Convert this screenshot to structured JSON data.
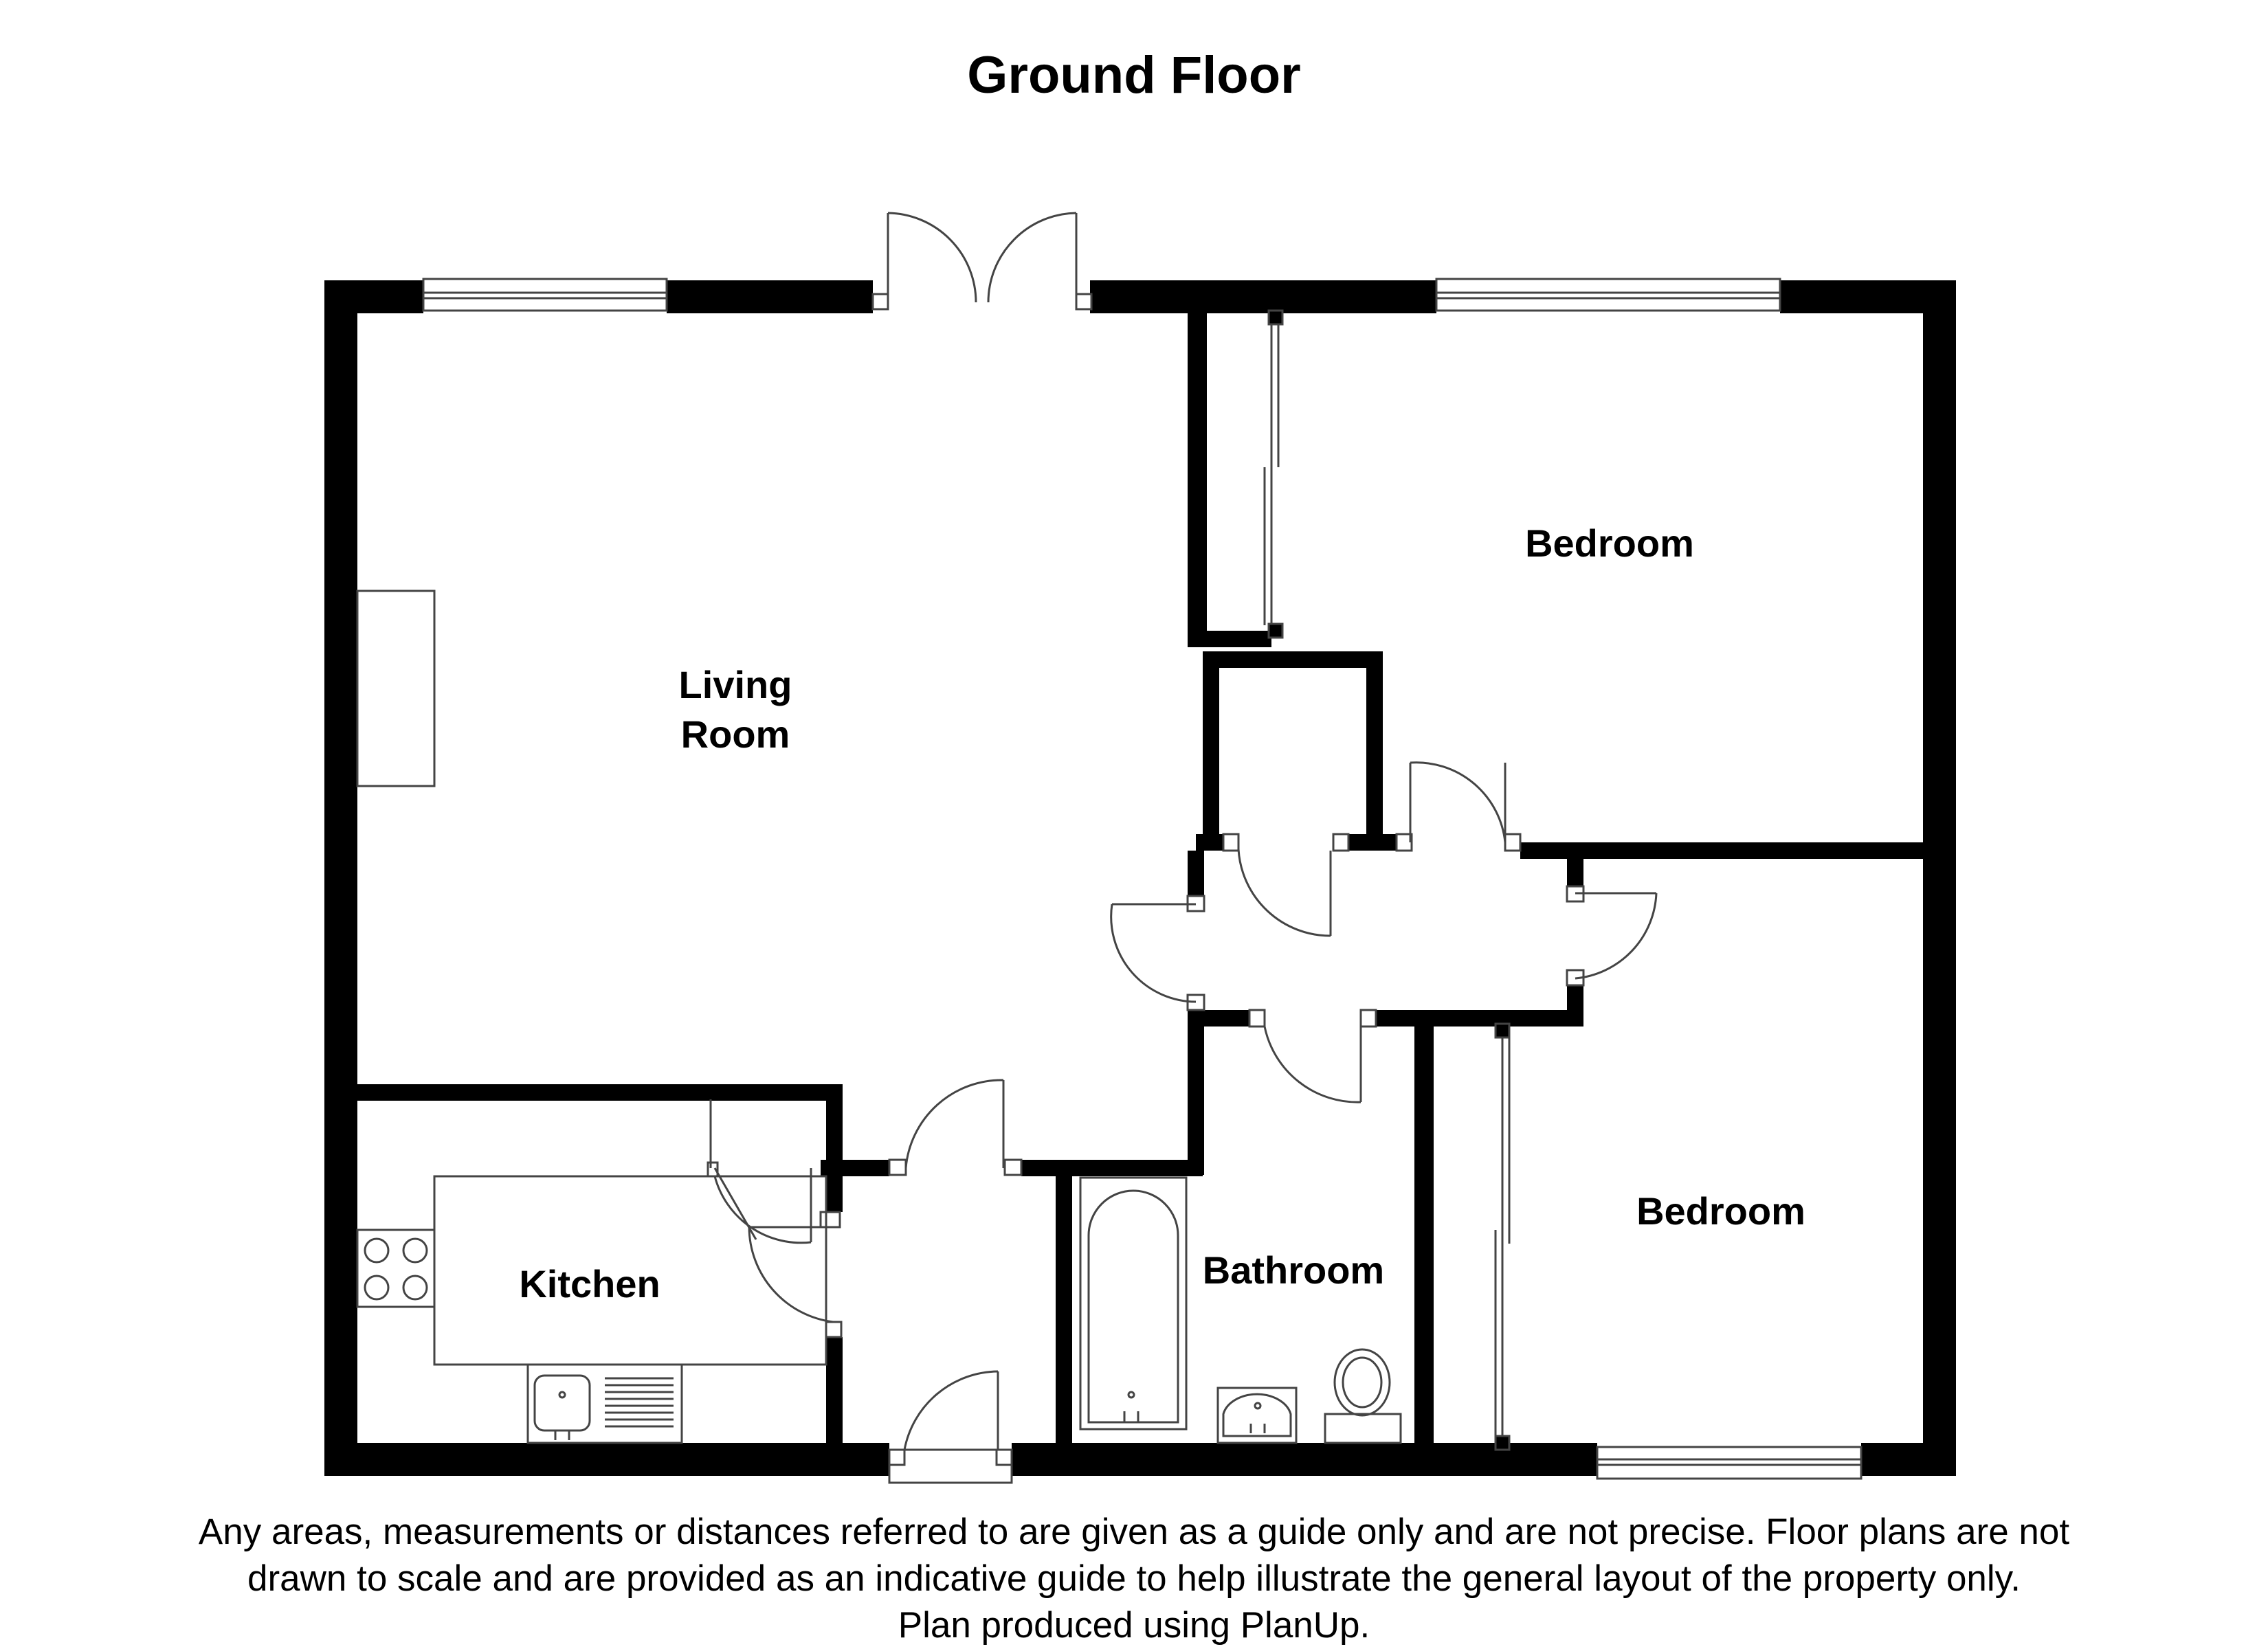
{
  "title": "Ground Floor",
  "rooms": {
    "living_room": [
      "Living",
      "Room"
    ],
    "bedroom_1": "Bedroom",
    "bedroom_2": "Bedroom",
    "kitchen": "Kitchen",
    "bathroom": "Bathroom"
  },
  "disclaimer": [
    "Any areas, measurements or distances referred to are given as a guide only and are not precise. Floor plans are not",
    "drawn to scale and are provided as an indicative guide to help illustrate the general layout of the property only.",
    "Plan produced using PlanUp."
  ],
  "colors": {
    "wall": "#000000",
    "background": "#ffffff",
    "thin_line": "#444444"
  }
}
